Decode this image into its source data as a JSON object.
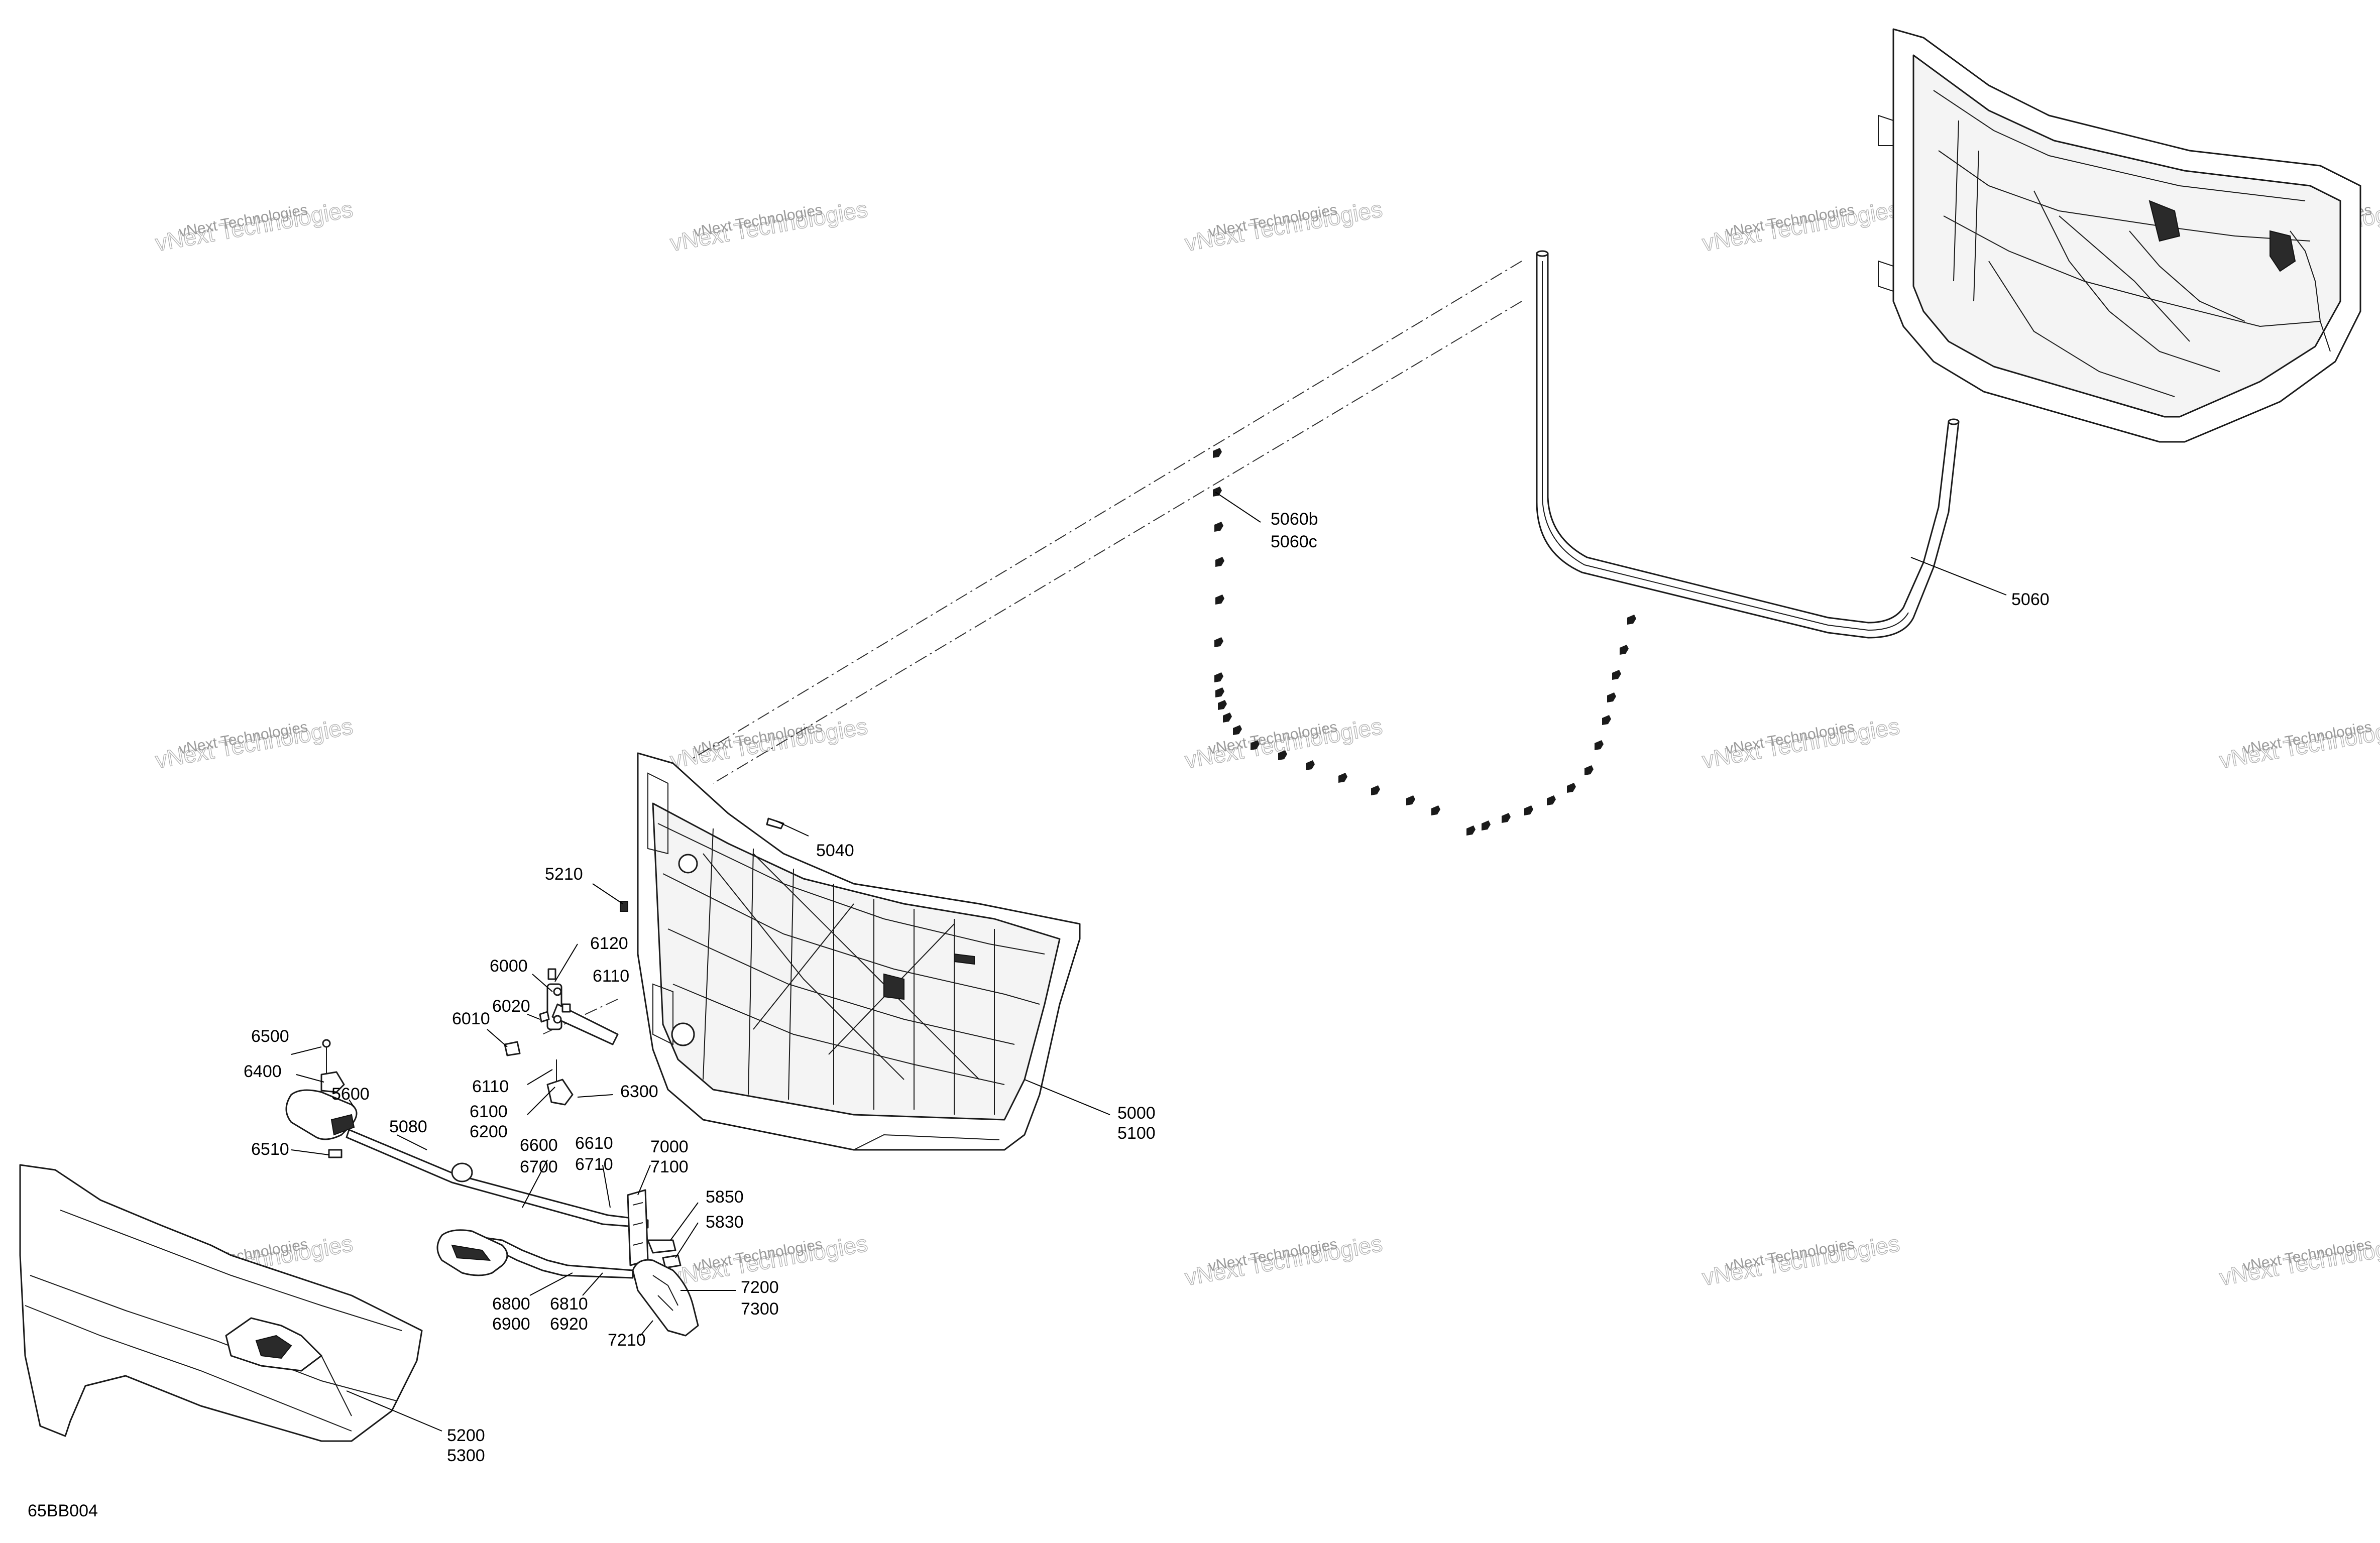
{
  "diagram_code": "65BB004",
  "watermark": {
    "line1": "vNext Technologies",
    "line2": "vNext Technologies"
  },
  "callouts": {
    "c5060b": "5060b",
    "c5060c": "5060c",
    "c5060": "5060",
    "c5040": "5040",
    "c5210": "5210",
    "c6120": "6120",
    "c6000": "6000",
    "c6110a": "6110",
    "c6020": "6020",
    "c6010": "6010",
    "c6110b": "6110",
    "c6100": "6100",
    "c6200": "6200",
    "c6300": "6300",
    "c6500": "6500",
    "c6400": "6400",
    "c5600": "5600",
    "c5080": "5080",
    "c6510": "6510",
    "c6600": "6600",
    "c6700": "6700",
    "c6610": "6610",
    "c6710": "6710",
    "c7000": "7000",
    "c7100": "7100",
    "c5850": "5850",
    "c5830": "5830",
    "c7200": "7200",
    "c7300": "7300",
    "c7210": "7210",
    "c6800": "6800",
    "c6900": "6900",
    "c6810": "6810",
    "c6920": "6920",
    "c5000": "5000",
    "c5100": "5100",
    "c5200": "5200",
    "c5300": "5300"
  }
}
